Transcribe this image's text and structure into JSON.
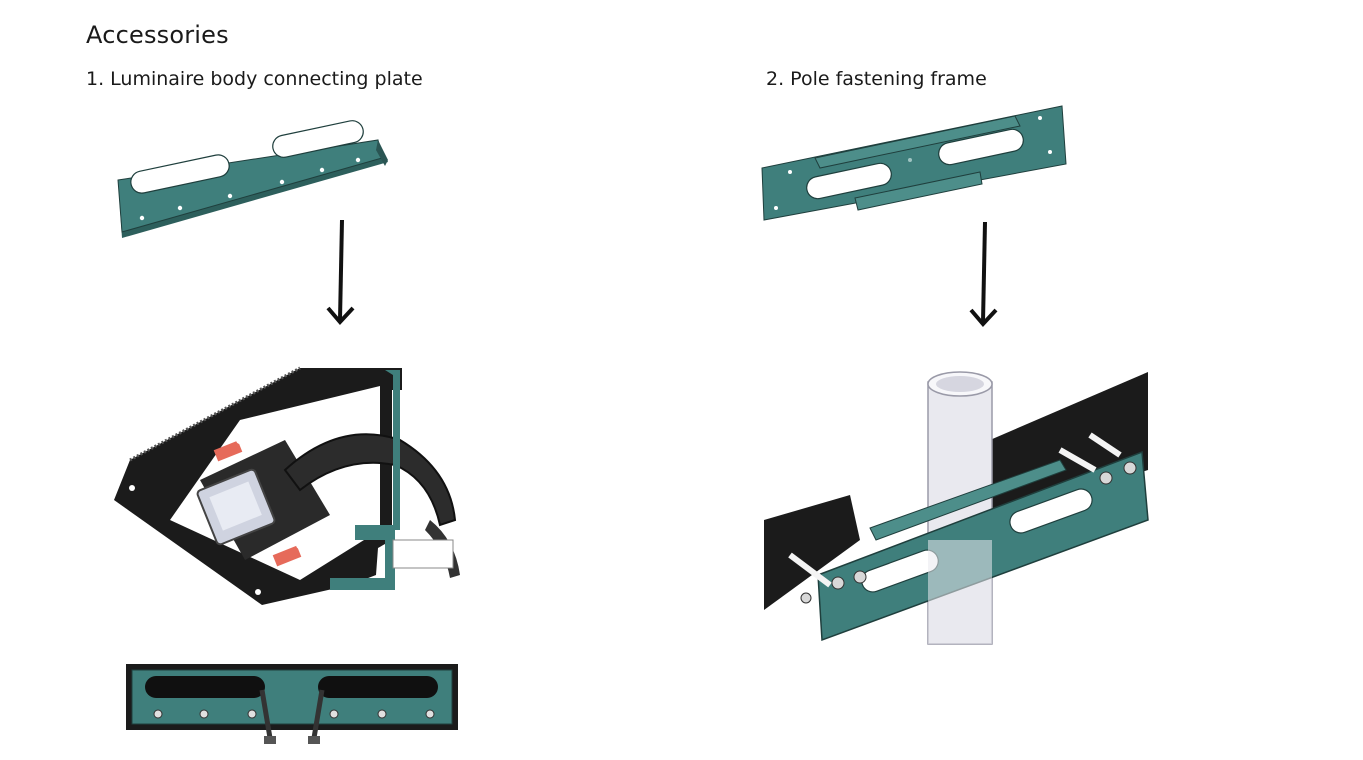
{
  "page": {
    "title": "Accessories",
    "sections": [
      {
        "label": "1. Luminaire body connecting plate"
      },
      {
        "label": "2. Pole fastening frame"
      }
    ]
  },
  "colors": {
    "plate": "#3f7f7c",
    "plate_dark": "#2d5f5c",
    "housing": "#1b1b1b",
    "pole": "#e9e9ef",
    "arrow": "#111111"
  }
}
